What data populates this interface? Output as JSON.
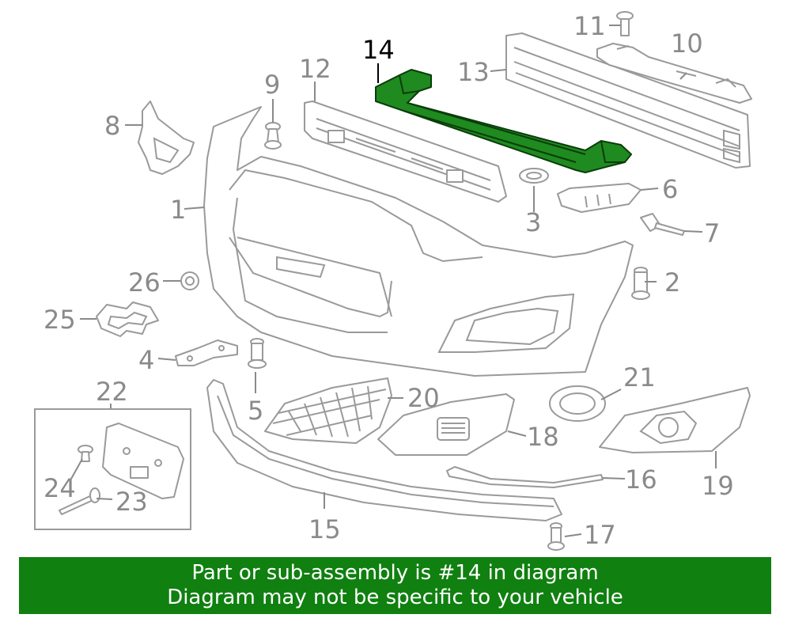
{
  "callouts": {
    "c1": "1",
    "c2": "2",
    "c3": "3",
    "c4": "4",
    "c5": "5",
    "c6": "6",
    "c7": "7",
    "c8": "8",
    "c9": "9",
    "c10": "10",
    "c11": "11",
    "c12": "12",
    "c13": "13",
    "c14": "14",
    "c15": "15",
    "c16": "16",
    "c17": "17",
    "c18": "18",
    "c19": "19",
    "c20": "20",
    "c21": "21",
    "c22": "22",
    "c23": "23",
    "c24": "24",
    "c25": "25",
    "c26": "26"
  },
  "highlighted_part": "14",
  "colors": {
    "highlight_fill": "#1f8a1f",
    "banner_bg": "#108010",
    "banner_text": "#ffffff",
    "line_art": "#9a9a9a"
  },
  "banner": {
    "line1": "Part or sub-assembly is #14 in diagram",
    "line2": "Diagram may not be specific to your vehicle"
  }
}
